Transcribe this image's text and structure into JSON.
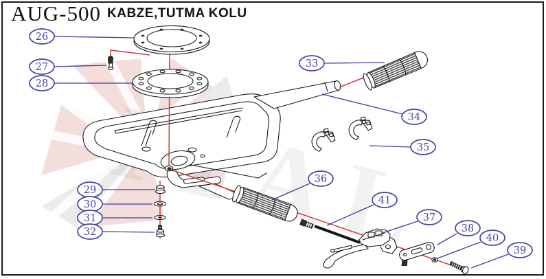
{
  "header": {
    "product_code": "AUG-500",
    "title": "KABZE,TUTMA KOLU"
  },
  "watermark": {
    "text": "ITAL"
  },
  "colors": {
    "callout": "#4444a6",
    "leader": "#3d3da0",
    "centerline": "#c84038",
    "ink": "#1a1a1a",
    "watermark-red": "#c0392b"
  },
  "callouts": [
    {
      "label": "26"
    },
    {
      "label": "27"
    },
    {
      "label": "28"
    },
    {
      "label": "29"
    },
    {
      "label": "30"
    },
    {
      "label": "31"
    },
    {
      "label": "32"
    },
    {
      "label": "33"
    },
    {
      "label": "34"
    },
    {
      "label": "35"
    },
    {
      "label": "36"
    },
    {
      "label": "37"
    },
    {
      "label": "38"
    },
    {
      "label": "39"
    },
    {
      "label": "40"
    },
    {
      "label": "41"
    }
  ]
}
